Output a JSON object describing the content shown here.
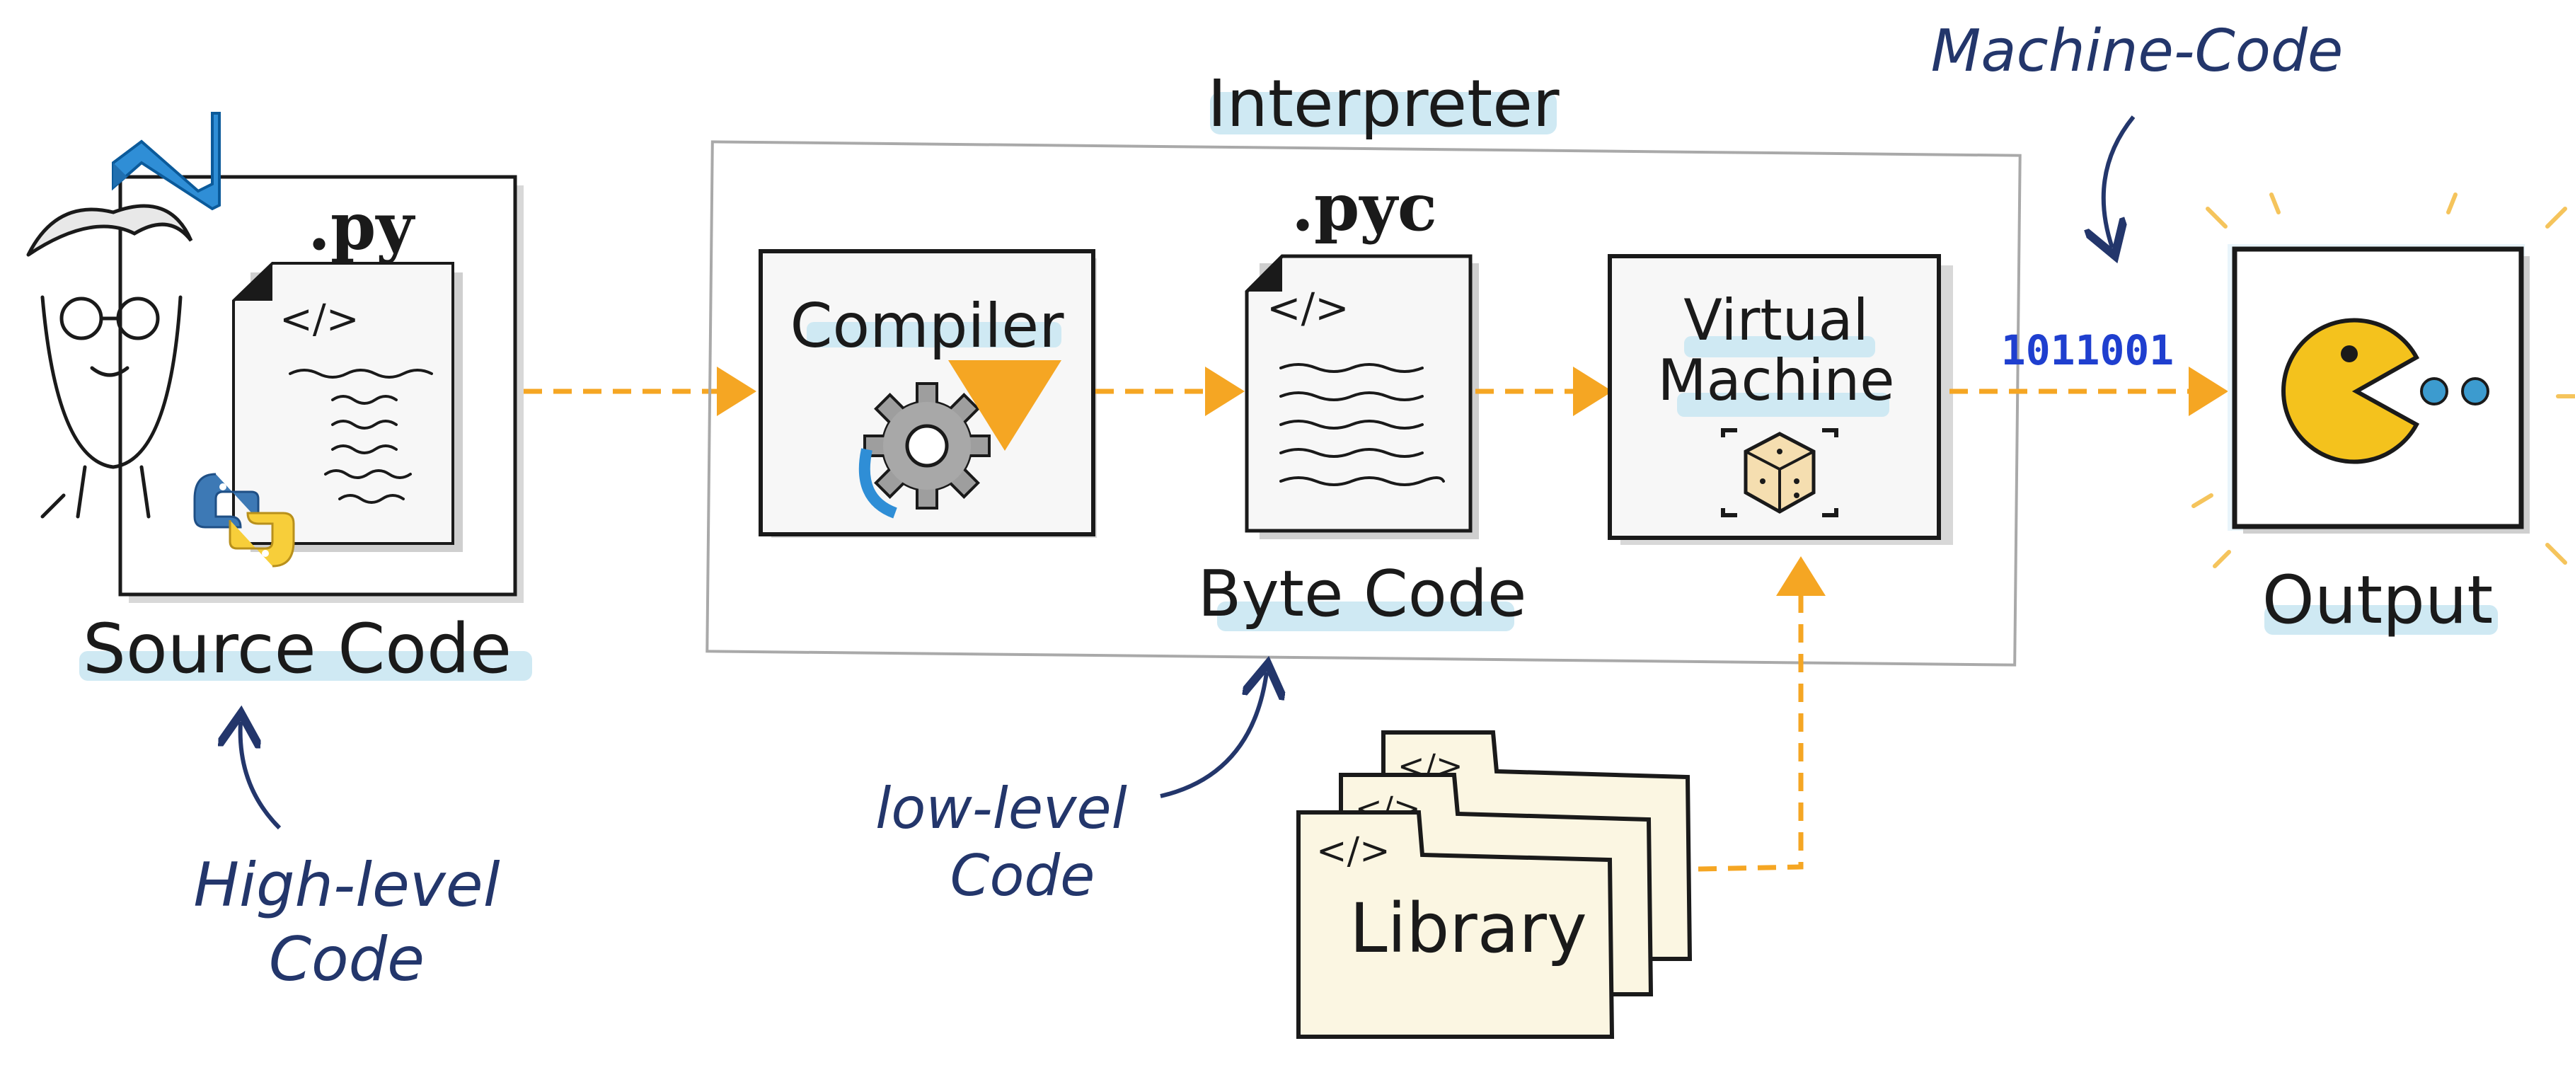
{
  "colors": {
    "ink": "#1a1a1a",
    "annotation_blue": "#23366b",
    "binary_blue": "#1f3fcf",
    "flow_orange": "#f5a623",
    "highlight_blue": "#cfe9f3",
    "library_paper": "#fbf6e2",
    "pacman_yellow": "#f4c21d",
    "python_blue": "#3d79b5",
    "python_yellow": "#f7ce3a",
    "gear_gray": "#9e9e9e"
  },
  "source": {
    "extension": ".py",
    "code_glyph": "</>",
    "label": "Source Code",
    "icons": [
      "vscode-logo",
      "developer-avatar",
      "python-logo"
    ]
  },
  "interpreter": {
    "title": "Interpreter",
    "compiler_label": "Compiler",
    "bytecode_extension": ".pyc",
    "bytecode_glyph": "</>",
    "bytecode_label": "Byte Code",
    "vm_label_line1": "Virtual",
    "vm_label_line2": "Machine"
  },
  "machine_code": {
    "annotation": "Machine-Code",
    "binary": "1011001"
  },
  "output": {
    "label": "Output",
    "icon": "pacman-icon"
  },
  "library": {
    "label": "Library",
    "code_glyph": "</>"
  },
  "annotations": {
    "high_level_line1": "High-level",
    "high_level_line2": "Code",
    "low_level_line1": "low-level",
    "low_level_line2": "Code"
  }
}
